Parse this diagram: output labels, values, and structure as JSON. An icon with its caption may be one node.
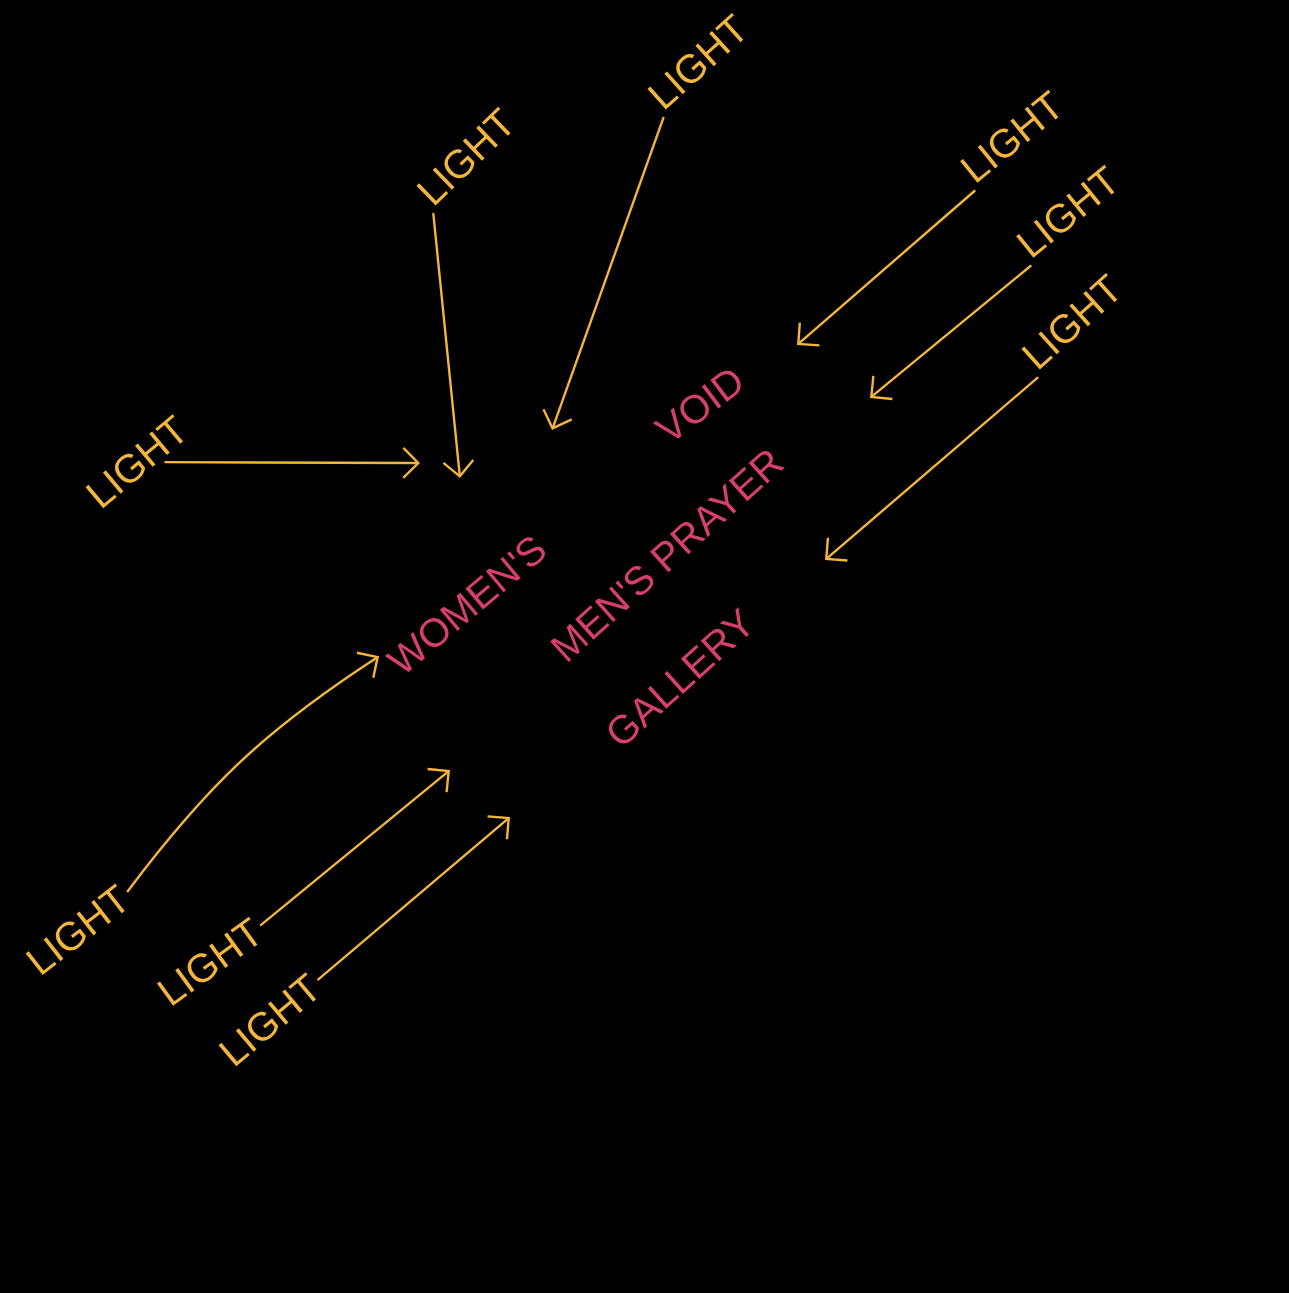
{
  "diagram": {
    "nodes": [
      {
        "text": [
          "LIGHT"
        ]
      },
      {
        "text": [
          "LIGHT"
        ]
      },
      {
        "text": [
          "LIGHT"
        ]
      },
      {
        "text": [
          "LIGHT"
        ]
      },
      {
        "text": [
          "LIGHT"
        ]
      },
      {
        "text": [
          "LIGHT"
        ]
      },
      {
        "text": [
          "WOMEN'S"
        ]
      },
      {
        "text": [
          "LIGHT"
        ]
      },
      {
        "text": [
          "LIGHT"
        ]
      },
      {
        "text": [
          "LIGHT"
        ]
      }
    ],
    "edges": [
      {
        "from": 0,
        "to": null,
        "arrow": "to"
      },
      {
        "from": 1,
        "to": null,
        "arrow": "to"
      },
      {
        "from": 2,
        "to": null,
        "arrow": "to"
      },
      {
        "from": 3,
        "to": null,
        "arrow": "to"
      },
      {
        "from": 4,
        "to": null,
        "arrow": "to"
      },
      {
        "from": 5,
        "to": null,
        "arrow": "to"
      },
      {
        "from": 7,
        "to": 6,
        "arrow": "to"
      },
      {
        "from": 8,
        "to": null,
        "arrow": "to"
      },
      {
        "from": 9,
        "to": null,
        "arrow": "to"
      }
    ],
    "labels": [
      "VOID",
      "MEN'S PRAYER",
      "GALLERY"
    ]
  }
}
